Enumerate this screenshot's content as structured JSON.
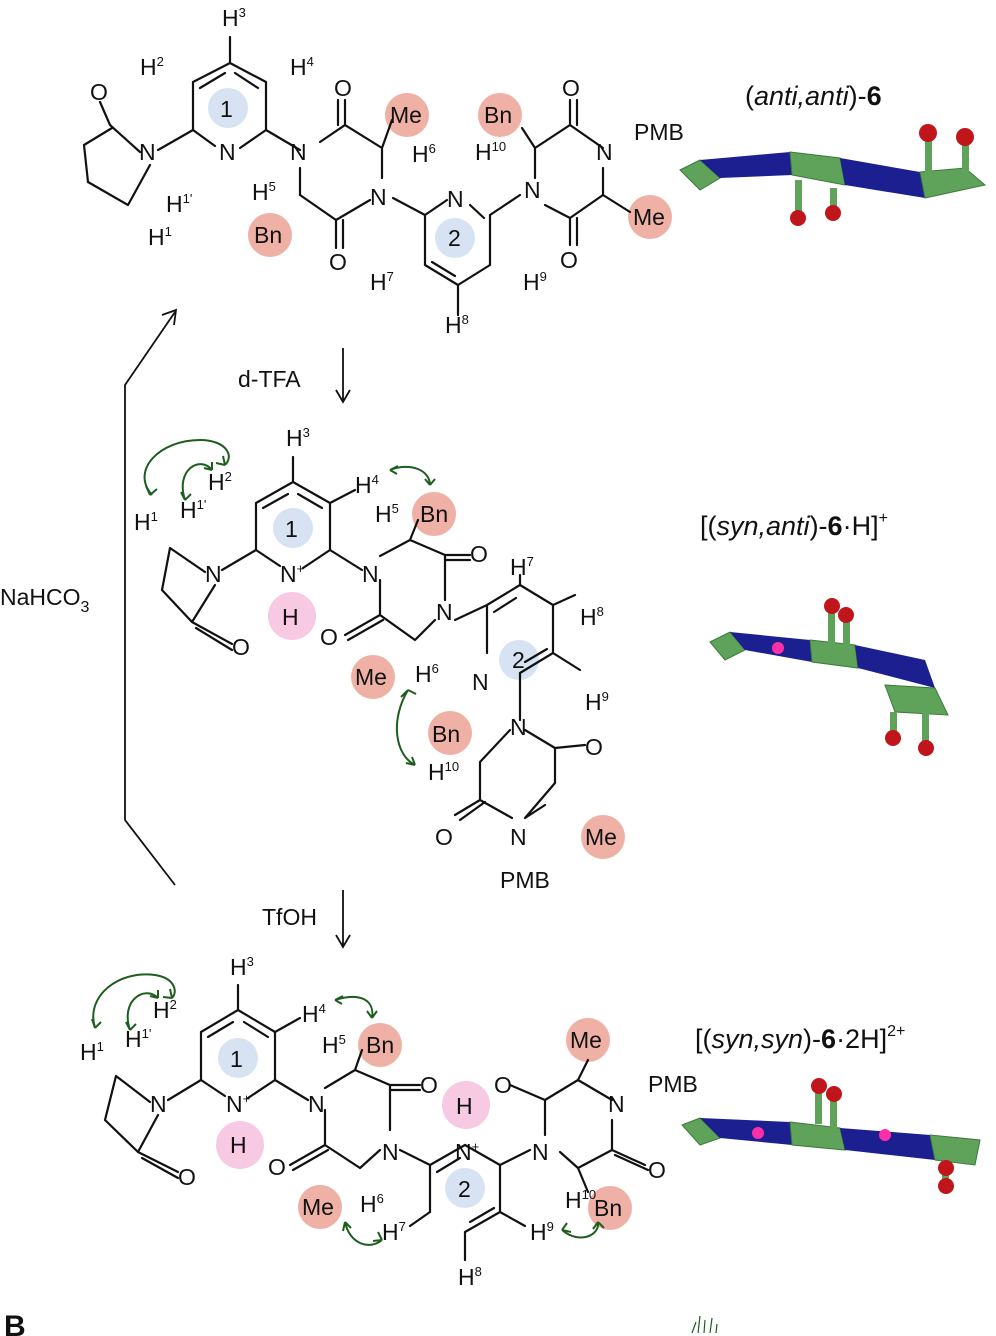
{
  "panel_label": "B",
  "species": [
    {
      "title_prefix": "(",
      "title_italic": "anti,anti",
      "title_mid": ")-",
      "title_bold": "6",
      "title_suffix": "",
      "title_sup": ""
    },
    {
      "title_prefix": "[(",
      "title_italic": "syn,anti",
      "title_mid": ")-",
      "title_bold": "6",
      "title_suffix": "·H]",
      "title_sup": "+"
    },
    {
      "title_prefix": "[(",
      "title_italic": "syn,syn",
      "title_mid": ")-",
      "title_bold": "6",
      "title_suffix": "·2H]",
      "title_sup": "2+"
    }
  ],
  "reagents": {
    "step1": "d-TFA",
    "step2": "TfOH",
    "reverse": "NaHCO",
    "reverse_sub": "3"
  },
  "atoms": {
    "O": "O",
    "N": "N",
    "Nplus": "N",
    "plus": "+",
    "H": "H",
    "Me": "Me",
    "Bn": "Bn",
    "PMB": "PMB",
    "ring1": "1",
    "ring2": "2"
  },
  "hlabels": {
    "H1": "1",
    "H1p": "1'",
    "H2": "2",
    "H3": "3",
    "H4": "4",
    "H5": "5",
    "H6": "6",
    "H7": "7",
    "H8": "8",
    "H9": "9",
    "H10": "10"
  },
  "colors": {
    "ring_highlight": "#d7e3f3",
    "substituent_highlight": "#efb1a5",
    "proton_highlight": "#f7c9e2",
    "noe_arrow": "#1d5e1f",
    "model_green": "#5fa35a",
    "model_blue": "#1b1f8f",
    "model_red": "#c0161b",
    "model_pink": "#ff2fa8"
  }
}
